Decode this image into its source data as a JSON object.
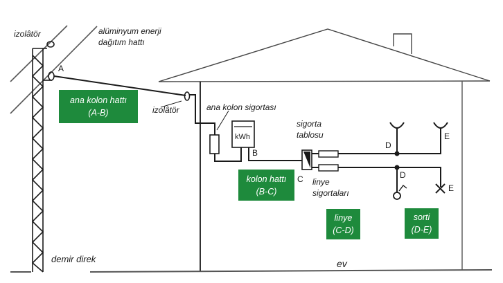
{
  "diagram": {
    "colors": {
      "label_box": "#1e8a3c",
      "line": "#1a1a1a"
    },
    "labels": {
      "insulator_top": "izolâtör",
      "aluminium_line_1": "alüminyum enerji",
      "aluminium_line_2": "dağıtım hattı",
      "insulator_house": "izolâtör",
      "main_column_fuse": "ana kolon sigortası",
      "fuse_panel_1": "sigorta",
      "fuse_panel_2": "tablosu",
      "line_fuses_1": "linye",
      "line_fuses_2": "sigortaları",
      "iron_pole": "demir direk",
      "house": "ev",
      "meter": "kWh"
    },
    "points": {
      "a": "A",
      "b": "B",
      "c": "C",
      "d1": "D",
      "d2": "D",
      "e1": "E",
      "e2": "E"
    },
    "green_boxes": [
      {
        "line1": "ana kolon hattı",
        "line2": "(A-B)"
      },
      {
        "line1": "kolon hattı",
        "line2": "(B-C)"
      },
      {
        "line1": "linye",
        "line2": "(C-D)"
      },
      {
        "line1": "sorti",
        "line2": "(D-E)"
      }
    ]
  }
}
